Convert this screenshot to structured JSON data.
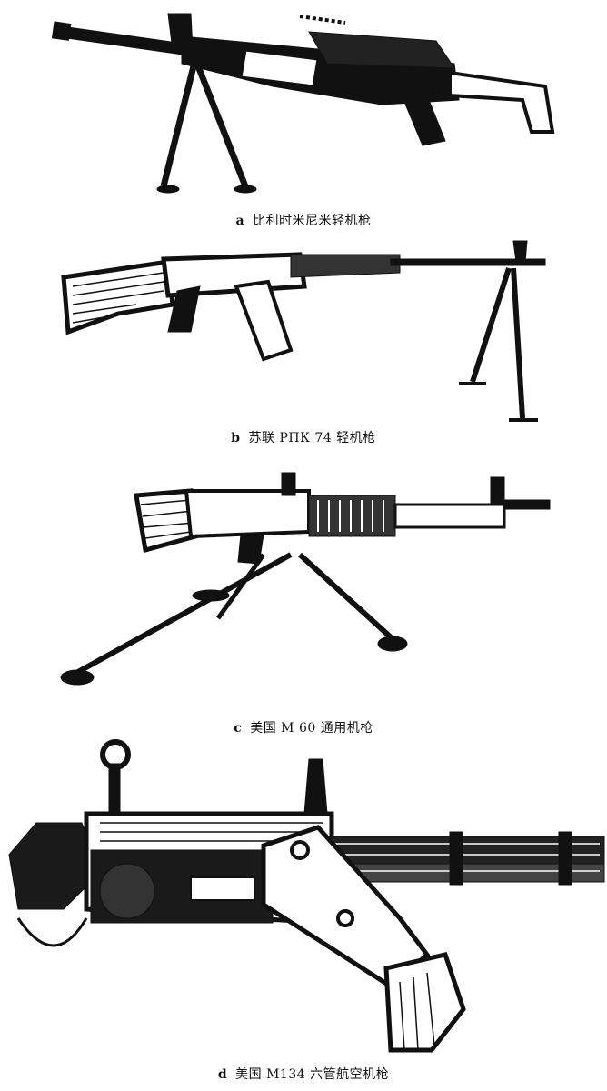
{
  "figures": [
    {
      "tag": "a",
      "caption": "比利时米尼米轻机枪"
    },
    {
      "tag": "b",
      "caption": "苏联 РПК 74 轻机枪"
    },
    {
      "tag": "c",
      "caption": "美国 M 60 通用机枪"
    },
    {
      "tag": "d",
      "caption": "美国 M134 六管航空机枪"
    }
  ],
  "colors": {
    "ink": "#111111",
    "mid": "#555555",
    "paper": "#ffffff"
  }
}
